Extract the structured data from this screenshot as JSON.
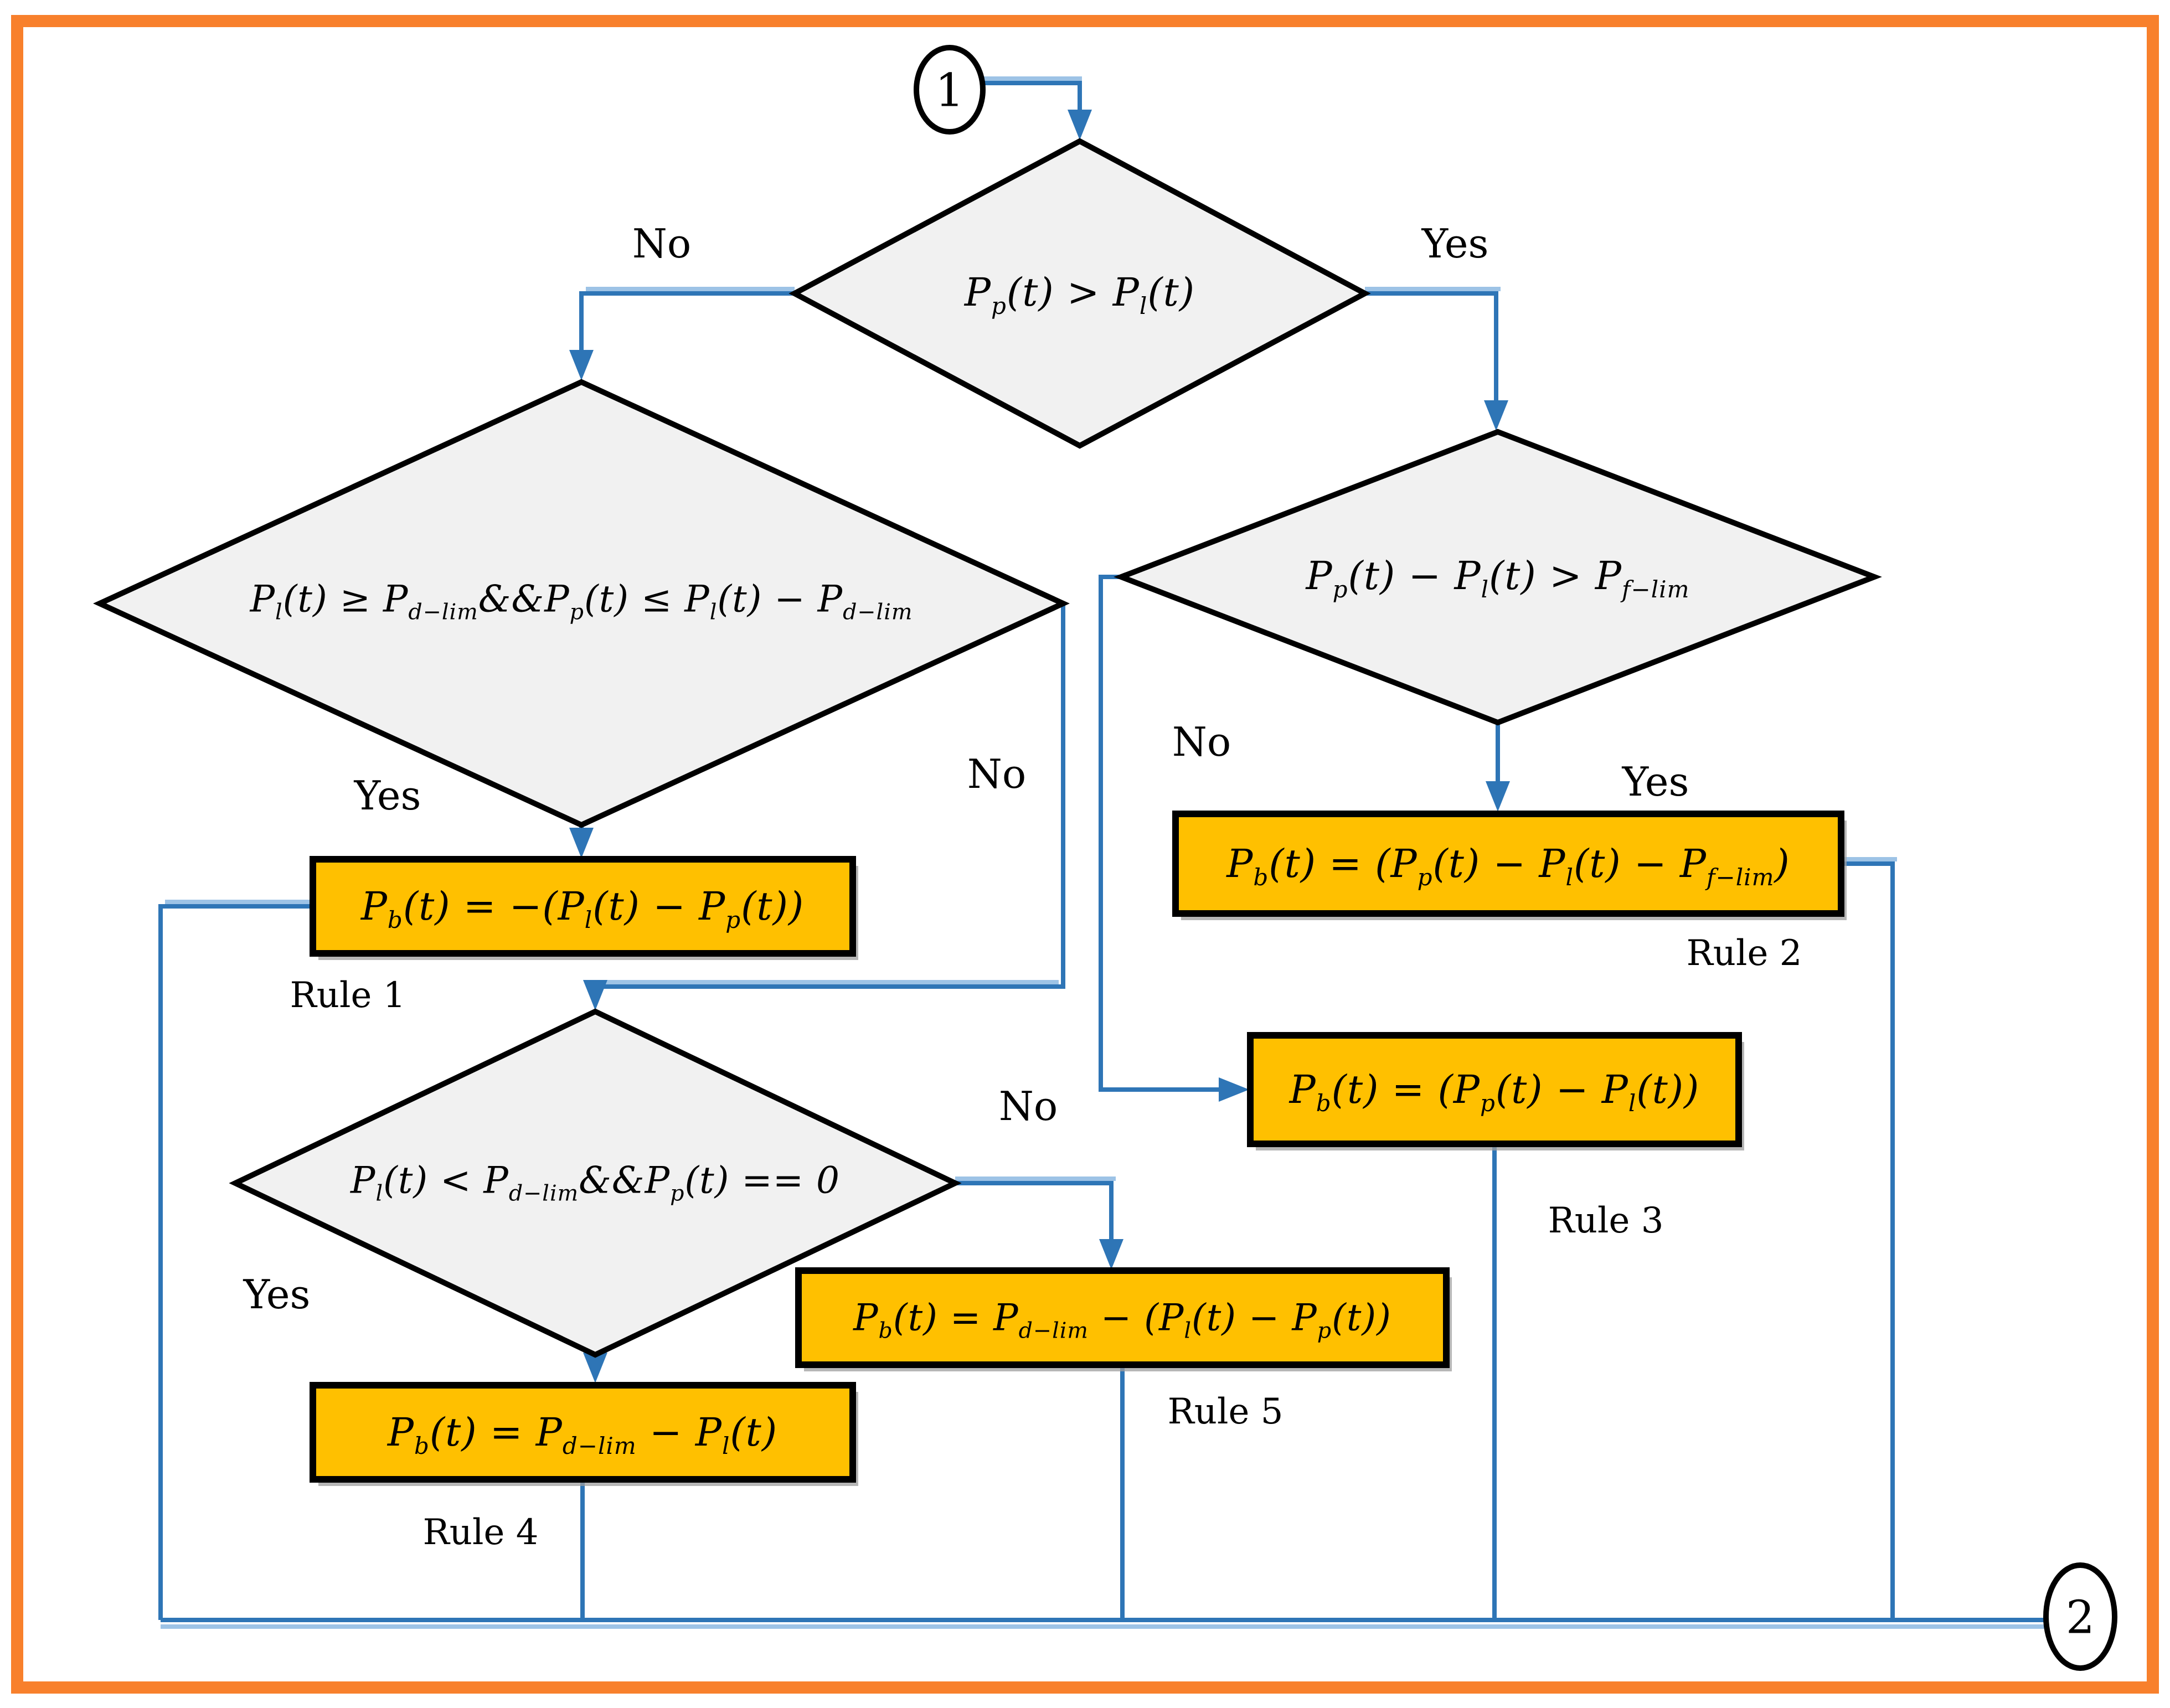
{
  "colors": {
    "page_border_orange": "#F8802C",
    "connector_blue": "#2E75B6",
    "connector_light_blue": "#9DC3E6",
    "decision_fill": "#F1F1F1",
    "decision_stroke": "#000000",
    "process_fill": "#FFC000",
    "process_stroke": "#000000",
    "shadow_grey": "#9E9E9E",
    "background": "#FFFFFF"
  },
  "flow": {
    "connector_in": {
      "label": "1"
    },
    "connector_out": {
      "label": "2"
    },
    "decisions": {
      "d0": {
        "formula": [
          {
            "t": "P"
          },
          {
            "s": "p"
          },
          {
            "t": "(t) > P"
          },
          {
            "s": "l"
          },
          {
            "t": "(t)"
          }
        ],
        "no_label": "No",
        "yes_label": "Yes"
      },
      "dA": {
        "formula": [
          {
            "t": "P"
          },
          {
            "s": "l"
          },
          {
            "t": "(t) ≥ P"
          },
          {
            "s": "d−lim"
          },
          {
            "t": "&&P"
          },
          {
            "s": "p"
          },
          {
            "t": "(t) ≤ P"
          },
          {
            "s": "l"
          },
          {
            "t": "(t) − P"
          },
          {
            "s": "d−lim"
          }
        ],
        "yes_label": "Yes",
        "no_label": "No"
      },
      "dB": {
        "formula": [
          {
            "t": "P"
          },
          {
            "s": "p"
          },
          {
            "t": "(t) − P"
          },
          {
            "s": "l"
          },
          {
            "t": "(t) > P"
          },
          {
            "s": "f−lim"
          }
        ],
        "no_label": "No",
        "yes_label": "Yes"
      },
      "dC": {
        "formula": [
          {
            "t": "P"
          },
          {
            "s": "l"
          },
          {
            "t": "(t) < P"
          },
          {
            "s": "d−lim"
          },
          {
            "t": "&&P"
          },
          {
            "s": "p"
          },
          {
            "t": "(t) == 0"
          }
        ],
        "yes_label": "Yes",
        "no_label": "No"
      }
    },
    "rules": {
      "rule1": {
        "formula": [
          {
            "t": "P"
          },
          {
            "s": "b"
          },
          {
            "t": "(t) = −(P"
          },
          {
            "s": "l"
          },
          {
            "t": "(t) − P"
          },
          {
            "s": "p"
          },
          {
            "t": "(t))"
          }
        ],
        "caption": "Rule 1"
      },
      "rule2": {
        "formula": [
          {
            "t": "P"
          },
          {
            "s": "b"
          },
          {
            "t": "(t) = (P"
          },
          {
            "s": "p"
          },
          {
            "t": "(t) − P"
          },
          {
            "s": "l"
          },
          {
            "t": "(t) − P"
          },
          {
            "s": "f−lim"
          },
          {
            "t": ")"
          }
        ],
        "caption": "Rule 2"
      },
      "rule3": {
        "formula": [
          {
            "t": "P"
          },
          {
            "s": "b"
          },
          {
            "t": "(t) = (P"
          },
          {
            "s": "p"
          },
          {
            "t": "(t) − P"
          },
          {
            "s": "l"
          },
          {
            "t": "(t))"
          }
        ],
        "caption": "Rule 3"
      },
      "rule4": {
        "formula": [
          {
            "t": "P"
          },
          {
            "s": "b"
          },
          {
            "t": "(t) = P"
          },
          {
            "s": "d−lim"
          },
          {
            "t": " − P"
          },
          {
            "s": "l"
          },
          {
            "t": "(t)"
          }
        ],
        "caption": "Rule 4"
      },
      "rule5": {
        "formula": [
          {
            "t": "P"
          },
          {
            "s": "b"
          },
          {
            "t": "(t) = P"
          },
          {
            "s": "d−lim"
          },
          {
            "t": " − (P"
          },
          {
            "s": "l"
          },
          {
            "t": "(t) − P"
          },
          {
            "s": "p"
          },
          {
            "t": "(t))"
          }
        ],
        "caption": "Rule 5"
      }
    }
  }
}
